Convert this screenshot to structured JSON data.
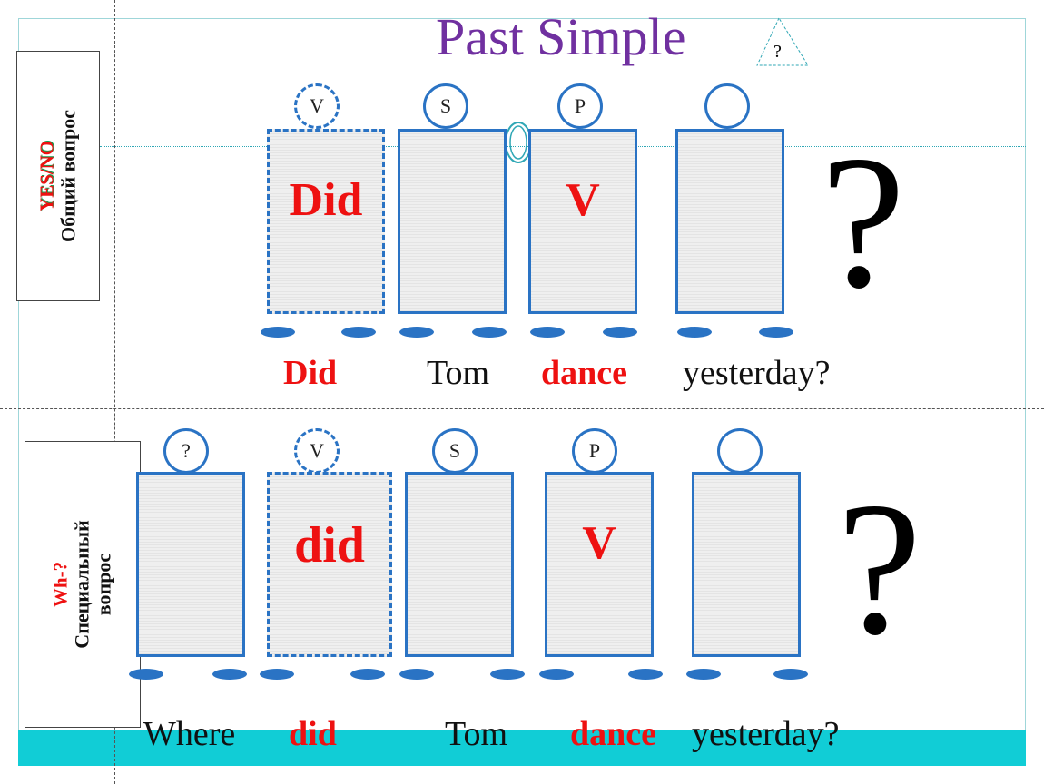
{
  "title": "Past Simple",
  "title_badge": "?",
  "colors": {
    "title": "#7030a0",
    "accent": "#e11111",
    "card_border": "#2a73c4",
    "band": "#11cdd6"
  },
  "yes_no": {
    "side_accent": "YES/NO",
    "side_label": "Общий вопрос",
    "heads": [
      "V",
      "S",
      "P",
      ""
    ],
    "card_texts": [
      "Did",
      "",
      "V",
      ""
    ],
    "words": [
      "Did",
      "Tom",
      "dance",
      "yesterday?"
    ],
    "question_mark": "?"
  },
  "wh": {
    "side_accent": "Wh-?",
    "side_label_line1": "Специальный",
    "side_label_line2": "вопрос",
    "heads": [
      "?",
      "V",
      "S",
      "P",
      ""
    ],
    "card_texts": [
      "",
      "did",
      "",
      "V",
      ""
    ],
    "words": [
      "Where",
      "did",
      "Tom",
      "dance",
      "yesterday?"
    ],
    "question_mark": "?"
  }
}
